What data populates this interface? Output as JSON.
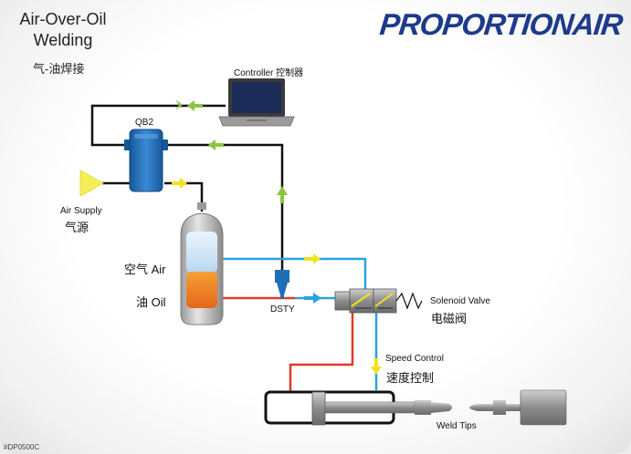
{
  "title": "Air-Over-Oil Welding",
  "title_cn": "气-油焊接",
  "logo": {
    "main": "PROPORTION",
    "suffix": "AIR"
  },
  "labels": {
    "controller": "Controller 控制器",
    "qb2": "QB2",
    "air_supply": "Air Supply",
    "air_supply_cn": "气源",
    "air": "空气  Air",
    "oil": "油    Oil",
    "dsty": "DSTY",
    "solenoid": "Solenoid Valve",
    "solenoid_cn": "电磁阀",
    "speed": "Speed Control",
    "speed_cn": "速度控制",
    "weld": "Weld Tips"
  },
  "doc_code": "#DP0500C",
  "colors": {
    "brand": "#1d3b8c",
    "air_line": "#2aa3e0",
    "oil_line": "#e03a2a",
    "signal_line": "#111111",
    "arrow_green": "#8ac640",
    "arrow_yellow": "#f2e21a",
    "qb2_body": "#1f6fb8"
  },
  "icons": [
    "laptop-icon",
    "regulator-icon",
    "tank-icon",
    "cylinder-icon",
    "valve-icon",
    "arrow-icon"
  ]
}
